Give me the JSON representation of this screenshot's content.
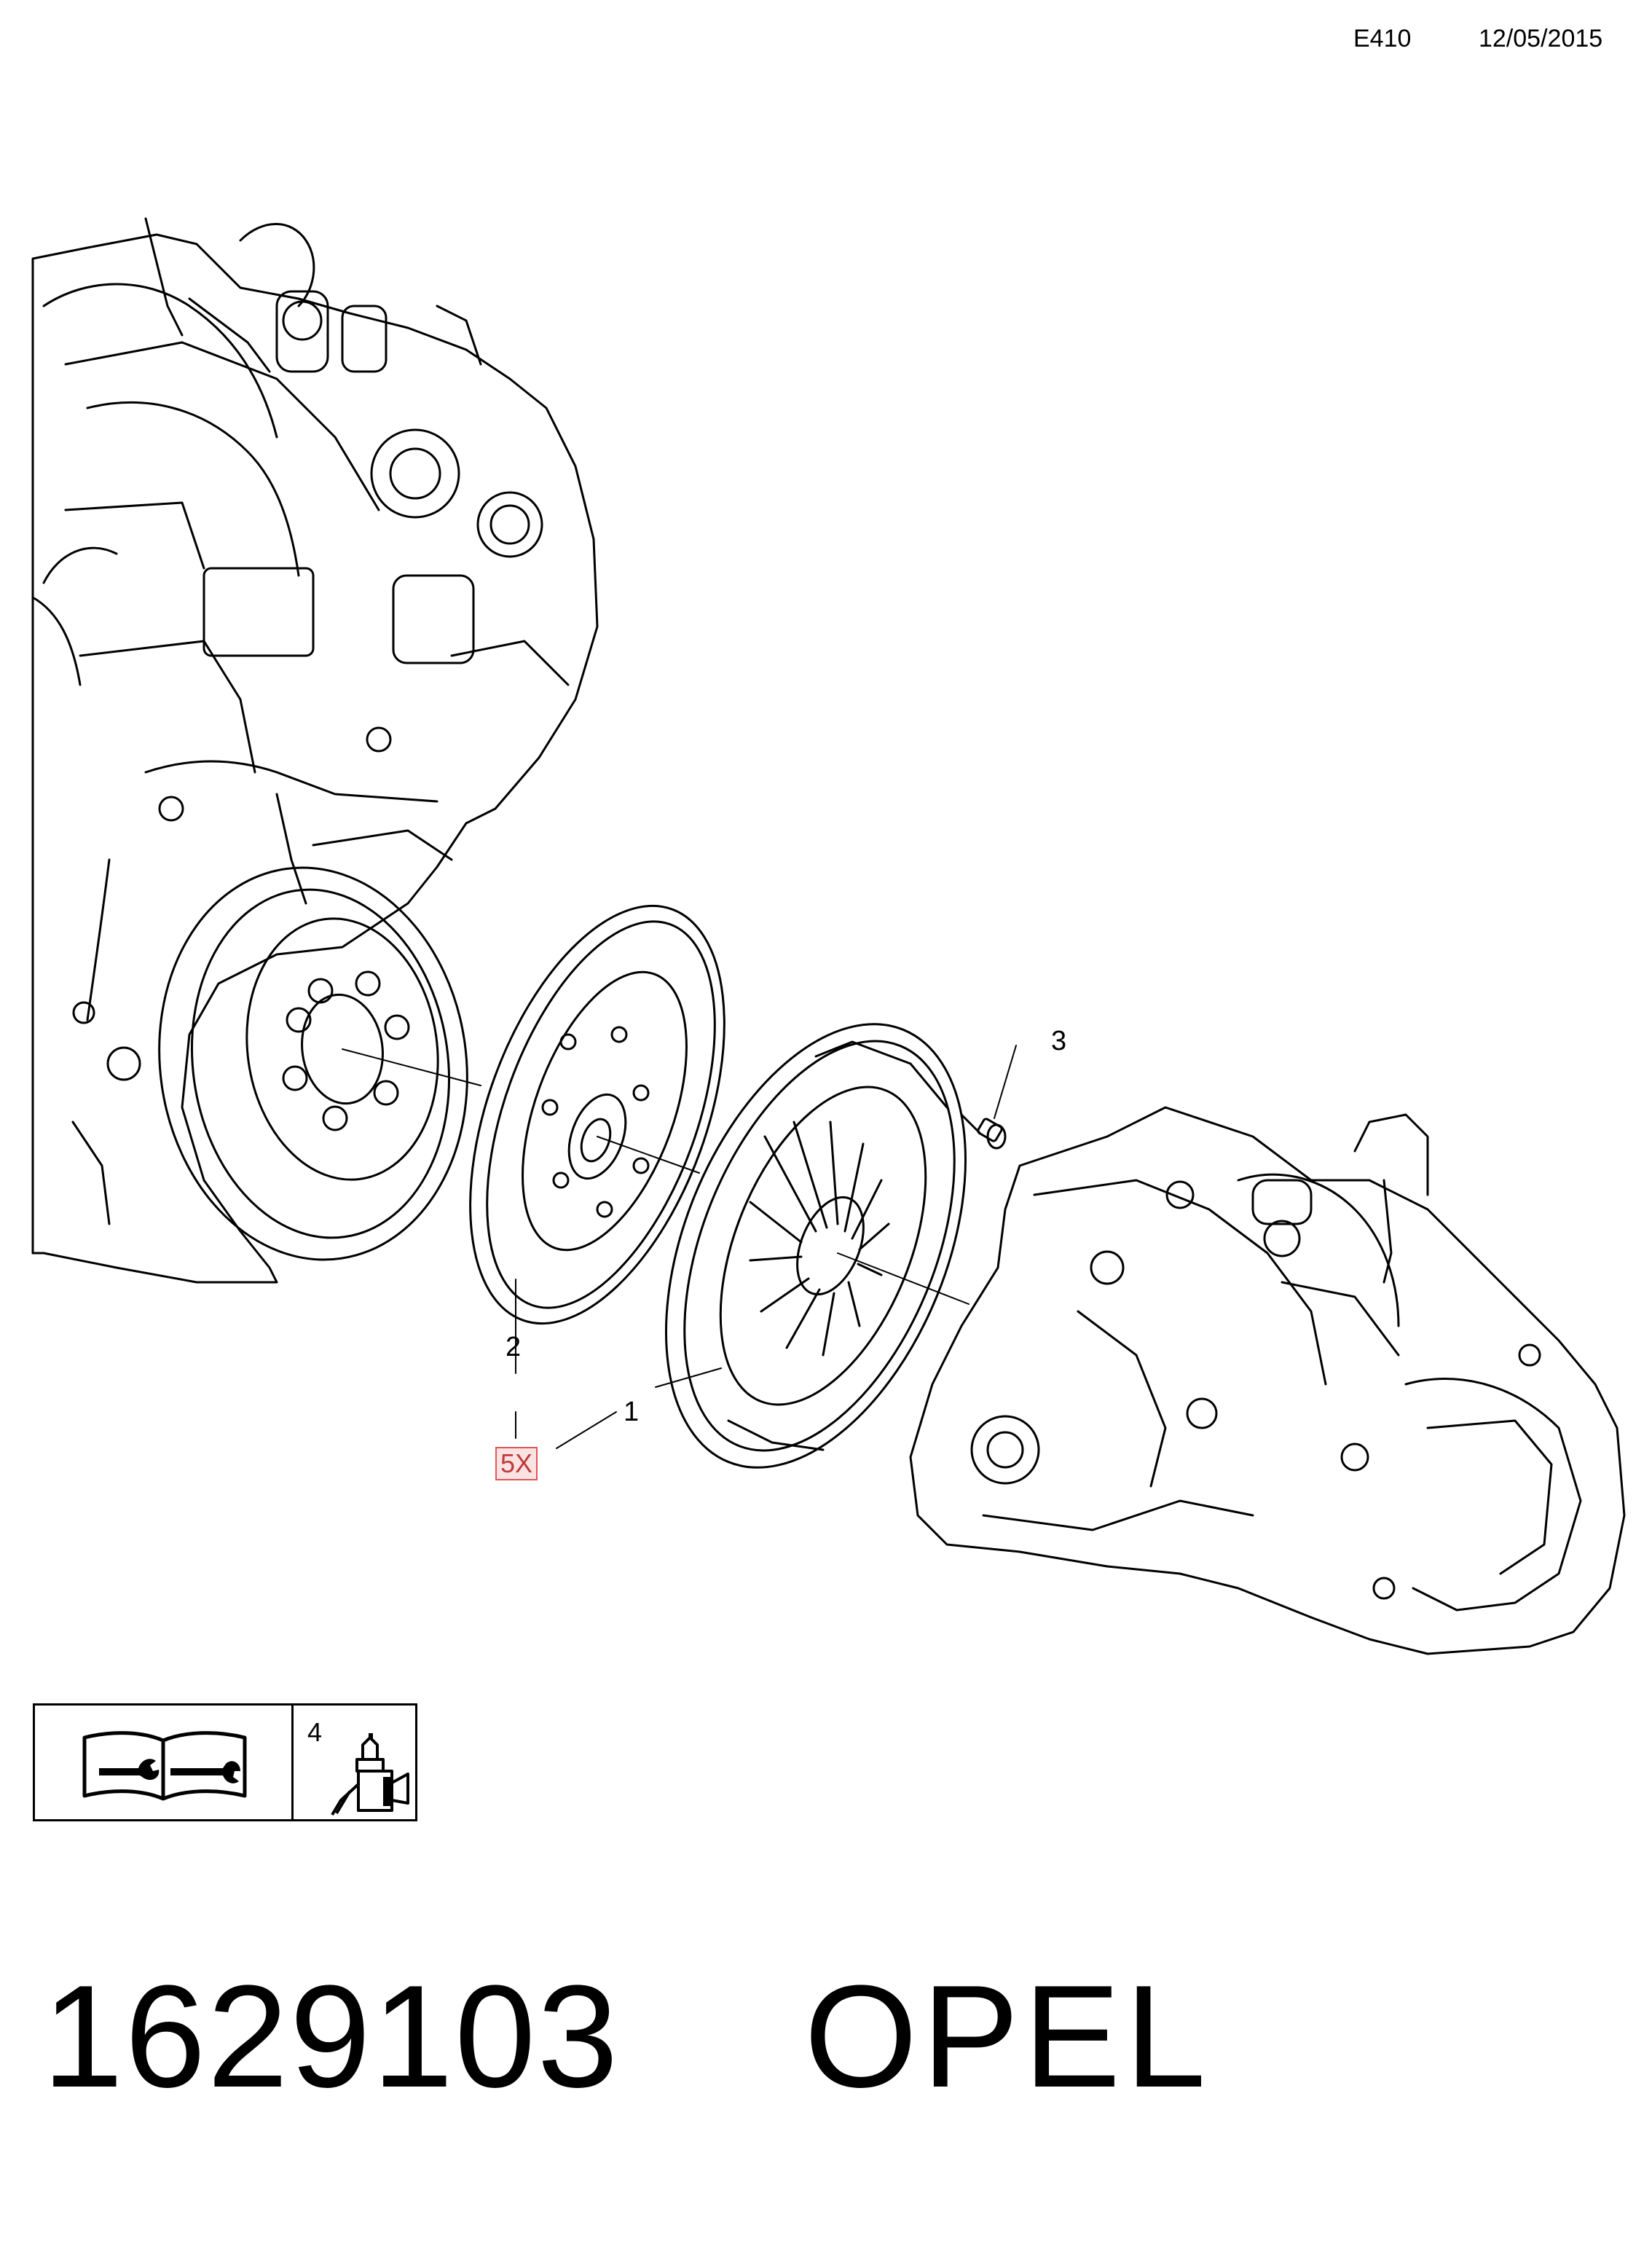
{
  "header": {
    "code": "E410",
    "date": "12/05/2015"
  },
  "callouts": {
    "c1": "1",
    "c2": "2",
    "c3": "3",
    "c5x": "5X"
  },
  "legend": {
    "item_number": "4",
    "manual_icon": "service-manual-wrench-icon",
    "adhesive_icon": "adhesive-bottle-icon"
  },
  "footer": {
    "part_number": "1629103",
    "brand": "OPEL"
  }
}
